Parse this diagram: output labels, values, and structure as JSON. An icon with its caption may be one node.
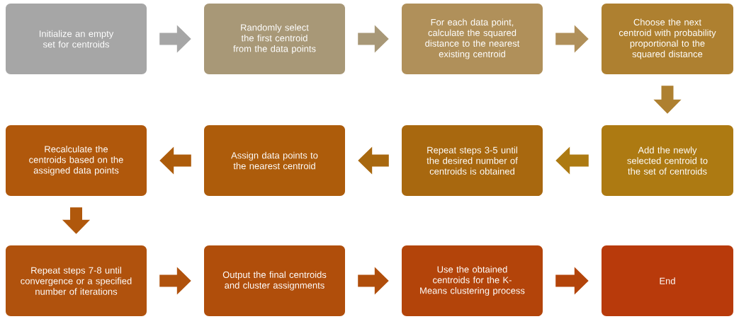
{
  "diagram": {
    "nodes": [
      {
        "text": [
          "Initialize an empty set for centroids"
        ]
      },
      {
        "text": [
          "Randomly select the first centroid from the data points"
        ]
      },
      {
        "text": [
          "For each data point, calculate the squared distance to the nearest existing centroid"
        ]
      },
      {
        "text": [
          "Choose the next centroid with probability proportional to the squared distance"
        ]
      },
      {
        "text": [
          "Add the newly selected centroid to the set of centroids"
        ]
      },
      {
        "text": [
          "Repeat steps 3-5 until the desired number of centroids is obtained"
        ]
      },
      {
        "text": [
          "Assign data points to the nearest centroid"
        ]
      },
      {
        "text": [
          "Recalculate the centroids based on the assigned data points"
        ]
      },
      {
        "text": [
          "Repeat steps 7-8 until convergence or a specified number of iterations"
        ]
      },
      {
        "text": [
          "Output the final centroids and cluster assignments"
        ]
      },
      {
        "text": [
          "Use the obtained centroids for the K-Means clustering process"
        ]
      },
      {
        "text": [
          "End"
        ]
      }
    ],
    "edges": [
      {
        "from": 0,
        "to": 1,
        "arrow": "to",
        "color": "#a6a6a6"
      },
      {
        "from": 1,
        "to": 2,
        "arrow": "to",
        "color": "#a89877"
      },
      {
        "from": 2,
        "to": 3,
        "arrow": "to",
        "color": "#b0905a"
      },
      {
        "from": 3,
        "to": 4,
        "arrow": "to",
        "color": "#ae8030"
      },
      {
        "from": 4,
        "to": 5,
        "arrow": "to",
        "color": "#ad7a12"
      },
      {
        "from": 5,
        "to": 6,
        "arrow": "to",
        "color": "#a8680f"
      },
      {
        "from": 6,
        "to": 7,
        "arrow": "to",
        "color": "#ad5c0b"
      },
      {
        "from": 7,
        "to": 8,
        "arrow": "to",
        "color": "#b0580c"
      },
      {
        "from": 8,
        "to": 9,
        "arrow": "to",
        "color": "#b0520d"
      },
      {
        "from": 9,
        "to": 10,
        "arrow": "to",
        "color": "#b04e0b"
      },
      {
        "from": 10,
        "to": 11,
        "arrow": "to",
        "color": "#b3440a"
      }
    ]
  }
}
